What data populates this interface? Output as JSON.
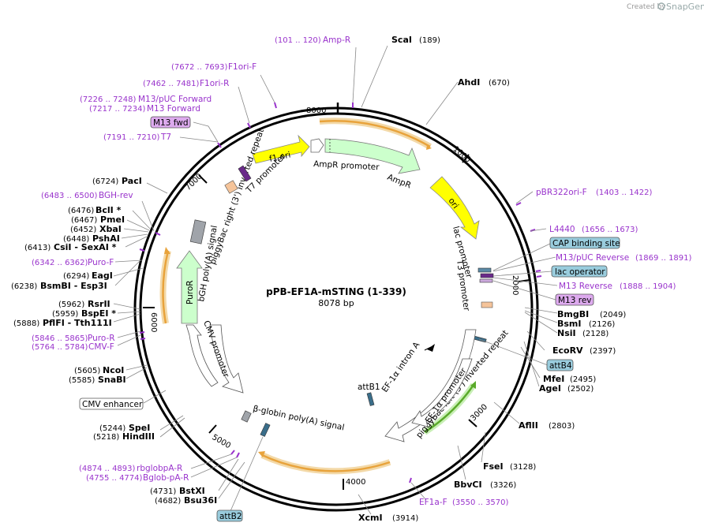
{
  "branding": {
    "created_by": "Created by",
    "brand": "SnapGene"
  },
  "title": "pPB-EF1A-mSTING (1-339)",
  "length": "8078 bp",
  "ticks": [
    "1000",
    "2000",
    "3000",
    "4000",
    "5000",
    "6000",
    "7000",
    "8000"
  ],
  "enzymes": [
    {
      "name": "ScaI",
      "pos": "(189)"
    },
    {
      "name": "AhdI",
      "pos": "(670)"
    },
    {
      "name": "BmgBI",
      "pos": "(2049)"
    },
    {
      "name": "BsmI",
      "pos": "(2126)"
    },
    {
      "name": "NsiI",
      "pos": "(2128)"
    },
    {
      "name": "EcoRV",
      "pos": "(2397)"
    },
    {
      "name": "MfeI",
      "pos": "(2495)"
    },
    {
      "name": "AgeI",
      "pos": "(2502)"
    },
    {
      "name": "AflII",
      "pos": "(2803)"
    },
    {
      "name": "FseI",
      "pos": "(3128)"
    },
    {
      "name": "BbvCI",
      "pos": "(3326)"
    },
    {
      "name": "XcmI",
      "pos": "(3914)"
    },
    {
      "name": "Bsu36I",
      "pos": "(4682)"
    },
    {
      "name": "BstXI",
      "pos": "(4731)"
    },
    {
      "name": "HindIII",
      "pos": "(5218)"
    },
    {
      "name": "SpeI",
      "pos": "(5244)"
    },
    {
      "name": "SnaBI",
      "pos": "(5585)"
    },
    {
      "name": "NcoI",
      "pos": "(5605)"
    },
    {
      "name": "PflFI - Tth111I",
      "pos": "(5888)"
    },
    {
      "name": "BspEI *",
      "pos": "(5959)"
    },
    {
      "name": "RsrII",
      "pos": "(5962)"
    },
    {
      "name": "BsmBI - Esp3I",
      "pos": "(6238)"
    },
    {
      "name": "EagI",
      "pos": "(6294)"
    },
    {
      "name": "CsiI - SexAI *",
      "pos": "(6413)"
    },
    {
      "name": "PshAI",
      "pos": "(6448)"
    },
    {
      "name": "XbaI",
      "pos": "(6452)"
    },
    {
      "name": "PmeI",
      "pos": "(6467)"
    },
    {
      "name": "BclI *",
      "pos": "(6476)"
    },
    {
      "name": "PacI",
      "pos": "(6724)"
    }
  ],
  "primers": [
    {
      "name": "Amp-R",
      "range": "(101 .. 120)"
    },
    {
      "name": "F1ori-F",
      "range": "(7672 .. 7693)"
    },
    {
      "name": "F1ori-R",
      "range": "(7462 .. 7481)"
    },
    {
      "name": "M13/pUC Forward",
      "range": "(7226 .. 7248)"
    },
    {
      "name": "M13 Forward",
      "range": "(7217 .. 7234)"
    },
    {
      "name": "T7",
      "range": "(7191 .. 7210)"
    },
    {
      "name": "BGH-rev",
      "range": "(6483 .. 6500)"
    },
    {
      "name": "Puro-F",
      "range": "(6342 .. 6362)"
    },
    {
      "name": "Puro-R",
      "range": "(5846 .. 5865)"
    },
    {
      "name": "CMV-F",
      "range": "(5764 .. 5784)"
    },
    {
      "name": "rbglobpA-R",
      "range": "(4874 .. 4893)"
    },
    {
      "name": "Bglob-pA-R",
      "range": "(4755 .. 4774)"
    },
    {
      "name": "pBR322ori-F",
      "range": "(1403 .. 1422)"
    },
    {
      "name": "L4440",
      "range": "(1656 .. 1673)"
    },
    {
      "name": "M13/pUC Reverse",
      "range": "(1869 .. 1891)"
    },
    {
      "name": "M13 Reverse",
      "range": "(1888 .. 1904)"
    },
    {
      "name": "EF1a-F",
      "range": "(3550 .. 3570)"
    }
  ],
  "boxes": {
    "m13fwd": "M13 fwd",
    "cap": "CAP binding site",
    "lacop": "lac operator",
    "m13rev": "M13 rev",
    "attb4": "attB4",
    "attb2": "attB2",
    "cmvenh": "CMV enhancer"
  },
  "features": {
    "f1ori": "f1 ori",
    "ampr_promoter": "AmpR promoter",
    "ampr": "AmpR",
    "ori": "ori",
    "lac_promoter": "lac promoter",
    "t3_promoter": "T3 promoter",
    "pb_left": "piggyBac left (5') inverted repeat",
    "ef1a_promoter": "EF-1α promoter",
    "ef1a_intron": "EF-1α intron A",
    "attb1": "attB1",
    "bglobin": "β-globin poly(A) signal",
    "cmv_promoter": "CMV promoter",
    "puror": "PuroR",
    "bgh": "bGH poly(A) signal",
    "pb_right": "piggyBac right (3') inverted repeat",
    "t7_promoter": "T7 promoter"
  },
  "colors": {
    "primer": "#9933cc",
    "ori_yellow": "#ffff00",
    "ampr_green": "#ccffcc",
    "misc_blue": "#99ccdd",
    "m13_purple": "#ddaaee",
    "orange_cds": "#e8a33c",
    "green_cds": "#5aaa2a"
  }
}
